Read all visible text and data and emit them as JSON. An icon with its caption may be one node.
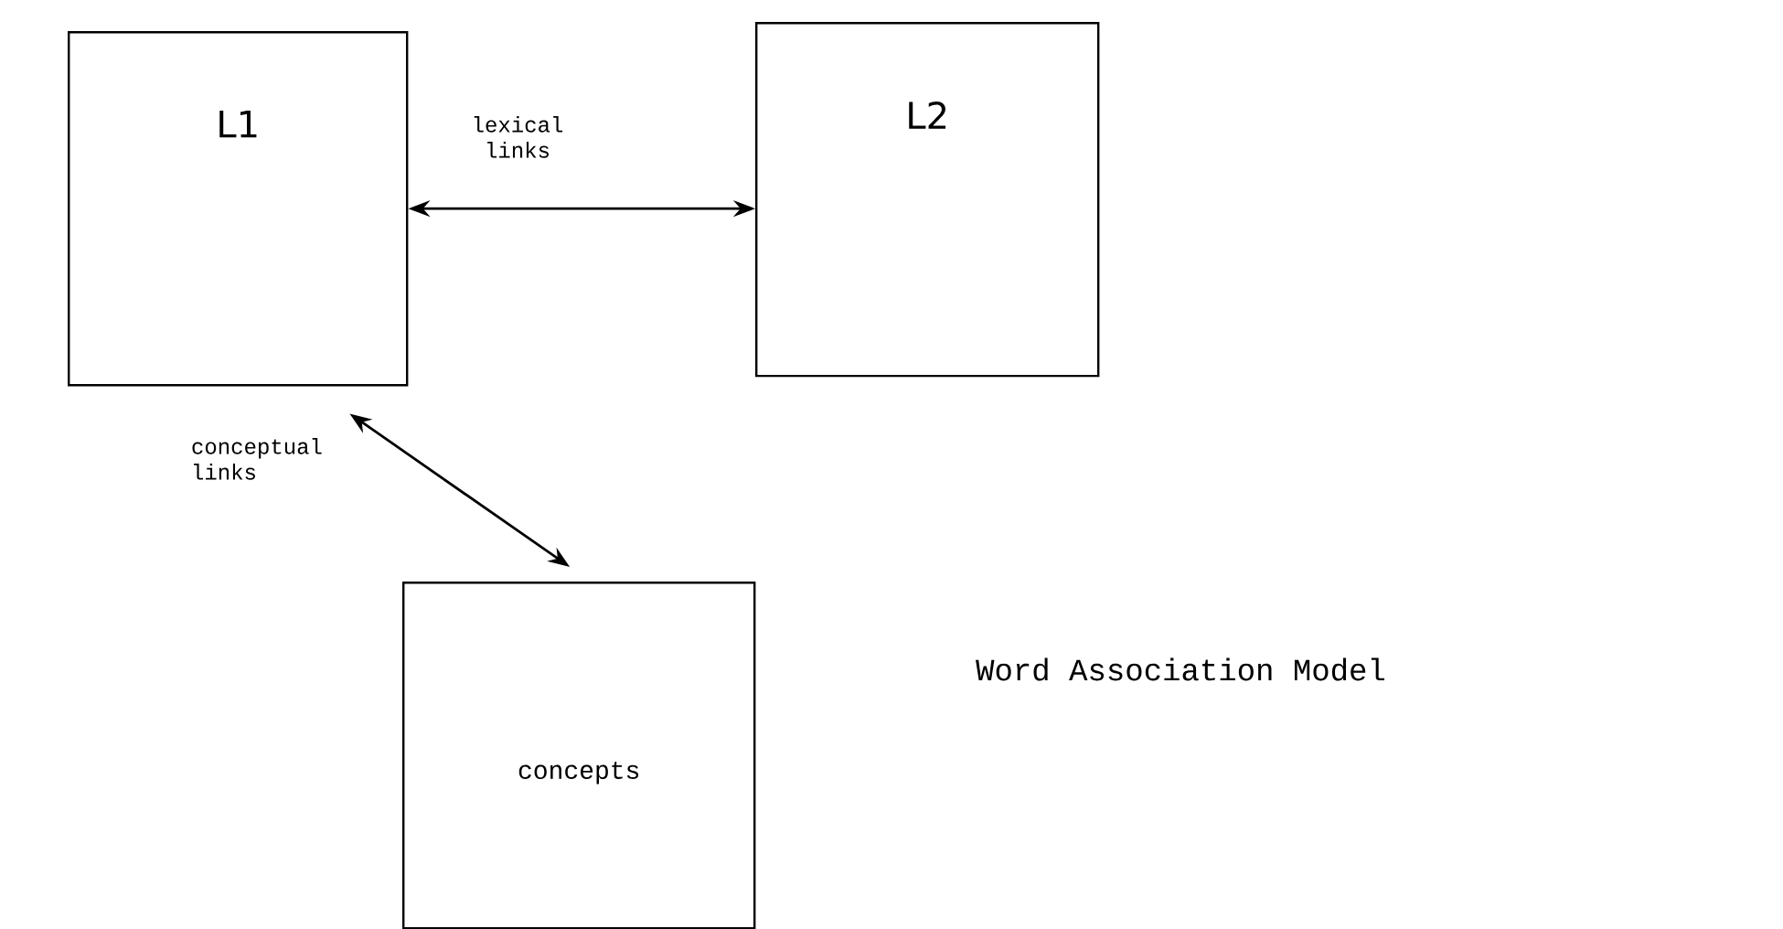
{
  "diagram": {
    "title": "Word Association Model",
    "nodes": [
      {
        "text": [
          "L1"
        ]
      },
      {
        "text": [
          "L2"
        ]
      },
      {
        "text": [
          "concepts"
        ]
      }
    ],
    "edges": [
      {
        "from": 0,
        "to": 1,
        "arrow": "both",
        "label": "lexical links"
      },
      {
        "from": 0,
        "to": 2,
        "arrow": "both",
        "label": "conceptual links"
      }
    ]
  }
}
